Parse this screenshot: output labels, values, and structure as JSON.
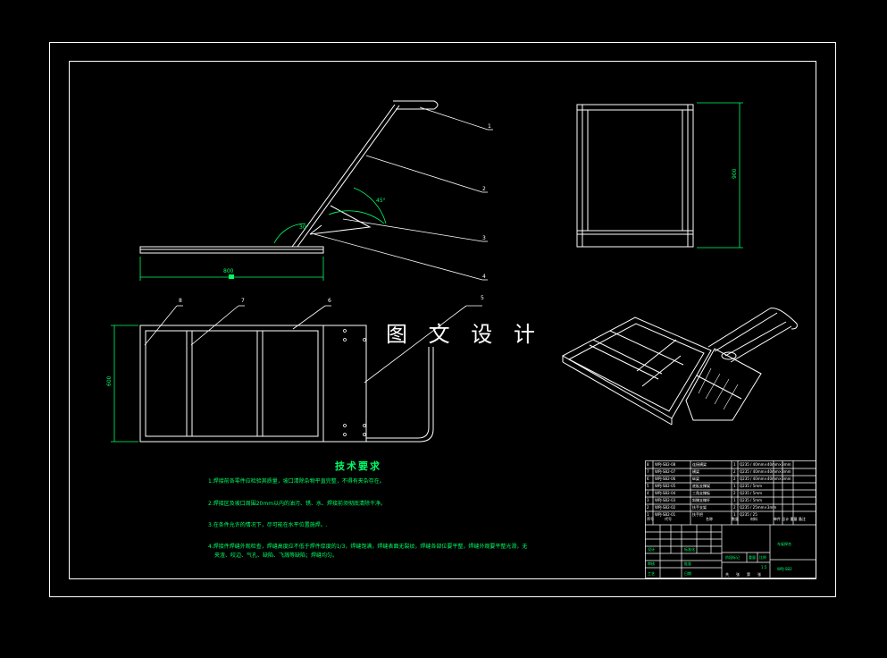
{
  "watermark": "图 文 设 计",
  "tech_title": "技术要求",
  "notes": [
    "1.焊接前各零件应检验其质量，坡口清除杂物平直完整，不得有夹杂存在。",
    "2.焊接区及坡口周围20mm以内的油污、锈、水、焊接前须彻底清除干净。",
    "3.在条件允许的情况下，尽可能在水平位置施焊。.",
    "4.焊接件焊缝外观检查，焊缝高度应不低于焊件厚度的1/3，焊缝饱满，焊缝表面无裂纹，焊缝各部位要平整，焊缝外观要平整光滑，无",
    "夹渣、咬边、气孔、缺陷、飞溅等缺陷；焊缝均匀。"
  ],
  "balloons": [
    "1",
    "2",
    "3",
    "4",
    "5",
    "6",
    "7",
    "8"
  ],
  "dimensions": {
    "angle_1": "45°",
    "angle_2": "30°",
    "length_bottom": "800",
    "height_right": "900",
    "height_left": "600"
  },
  "bom": {
    "rows": [
      [
        "8",
        "WPJ-SB2-08",
        "连接横梁",
        "1",
        "Q235 / 40mm×40mm×3mm",
        "",
        "",
        ""
      ],
      [
        "7",
        "WPJ-SB2-07",
        "横梁",
        "2",
        "Q235 / 40mm×40mm×3mm",
        "",
        "",
        ""
      ],
      [
        "6",
        "WPJ-SB2-06",
        "纵梁",
        "2",
        "Q235 / 40mm×40mm×3mm",
        "",
        "",
        ""
      ],
      [
        "5",
        "WPJ-SB2-05",
        "底板支撑架",
        "1",
        "Q235 / 5mm",
        "",
        "",
        ""
      ],
      [
        "4",
        "WPJ-SB2-04",
        "三角支撑板",
        "2",
        "Q235 / 5mm",
        "",
        "",
        ""
      ],
      [
        "3",
        "WPJ-SB2-03",
        "斜撑支撑杆",
        "1",
        "Q235 / 5mm",
        "",
        "",
        ""
      ],
      [
        "2",
        "WPJ-SB2-02",
        "扶手支架",
        "2",
        "Q235 / 25mm×3mm",
        "",
        "",
        ""
      ],
      [
        "1",
        "WPJ-SB2-01",
        "扶手把",
        "1",
        "Q235 / 25",
        "",
        "",
        ""
      ]
    ],
    "header": [
      "序号",
      "代号",
      "名称",
      "数量",
      "材料",
      "单件 总计 重量",
      "备注"
    ],
    "title_name": "车架焊合",
    "drawing_no": "WPJ-SB2",
    "scale_label": "1:5",
    "stage_labels": [
      "阶段标记",
      "重量",
      "比例"
    ],
    "sheet_labels": [
      "共",
      "张",
      "第",
      "张"
    ],
    "sign_labels": [
      "设计",
      "审核",
      "工艺",
      "标准化",
      "批准",
      "日期"
    ]
  },
  "colors": {
    "background": "#000000",
    "line": "#ffffff",
    "annotation": "#00ff66",
    "border": "#ffffff"
  }
}
